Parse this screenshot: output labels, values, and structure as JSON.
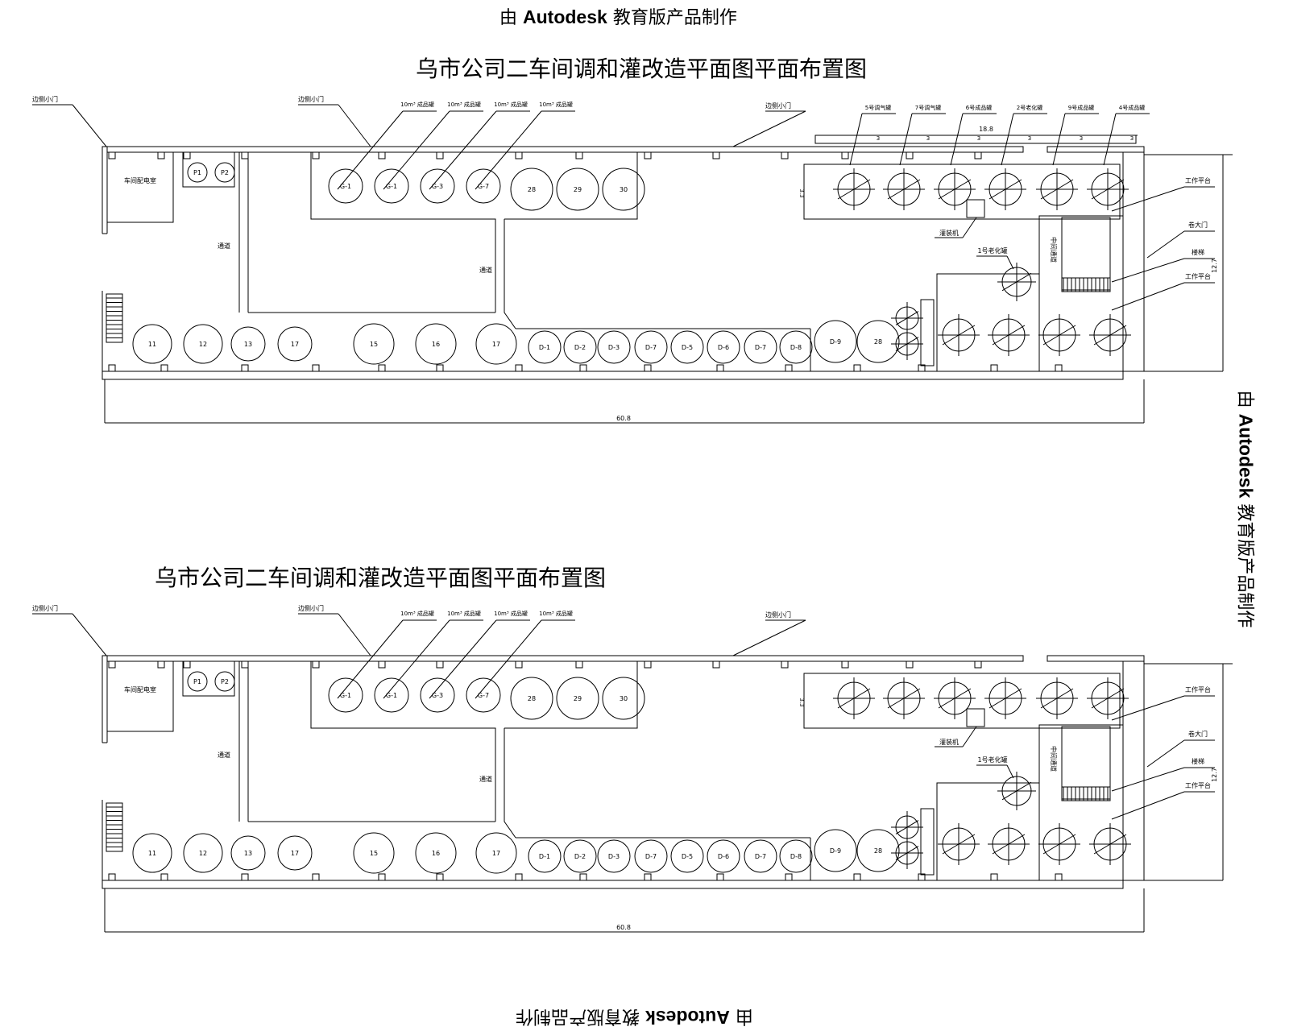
{
  "watermark": {
    "prefix": "由",
    "brand": "Autodesk",
    "suffix": "教育版产品制作"
  },
  "titles": {
    "top": "乌市公司二车间调和灌改造平面图平面布置图",
    "bottom": "乌市公司二车间调和灌改造平面图平面布置图"
  },
  "plan": {
    "door_label": "边侧小门",
    "tank_capacity_label": "10m³ 成品罐",
    "room_label": "车间配电室",
    "passage_label": "通道",
    "pumps": [
      "P1",
      "P2"
    ],
    "upper_tanks": [
      "G-1",
      "G-1",
      "G-3",
      "G-7",
      "28",
      "29",
      "30"
    ],
    "lower_tanks_large": [
      "11",
      "12",
      "13",
      "17",
      "15",
      "16",
      "17"
    ],
    "lower_tanks_small": [
      "D-1",
      "D-2",
      "D-3",
      "D-7",
      "D-5",
      "D-6",
      "D-7",
      "D-8",
      "D-9",
      "28"
    ],
    "right_top_labels": [
      "5号调气罐",
      "7号调气罐",
      "6号成品罐",
      "2号老化罐",
      "9号成品罐",
      "4号成品罐"
    ],
    "aging_tank_label": "1号老化罐",
    "machine_label": "灌装机",
    "work_platform_label": "工作平台",
    "big_door_label": "卷大门",
    "stair_label": "楼梯",
    "side_vertical_label": "中间通道",
    "dim_overall": "60.8",
    "dim_right_top": "18.8",
    "dim_right_height": "12.7",
    "dim_segments": [
      "3",
      "3",
      "3",
      "3",
      "3",
      "3"
    ]
  }
}
